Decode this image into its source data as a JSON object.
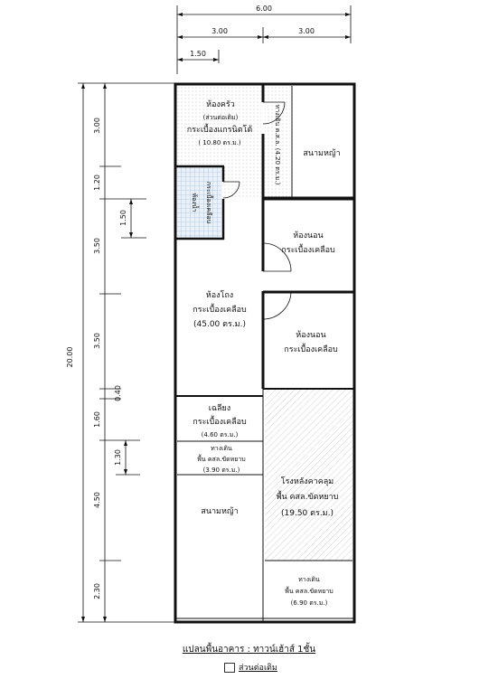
{
  "dimensions": {
    "top_total": "6.00",
    "top_left": "3.00",
    "top_right": "3.00",
    "top_small": "1.50",
    "left_total": "20.00",
    "left_segments": [
      "3.00",
      "1.20",
      "3.50",
      "3.50",
      "0.40",
      "1.60",
      "4.50",
      "2.30"
    ],
    "inner_left": [
      "1.50",
      "1.30"
    ]
  },
  "rooms": {
    "kitchen": {
      "name": "ห้องครัว",
      "note": "(ส่วนต่อเติม)",
      "floor": "กระเบื้องแกรนิตโต้",
      "area": "( 10.80 ตร.ม.)"
    },
    "walkway_vertical": {
      "label": "ทางเดิน ค.ส.ล. (4.20 ตร.ม.)"
    },
    "lawn_top": {
      "name": "สนามหญ้า"
    },
    "bath": {
      "name": "ห้องน้ำ",
      "floor": "กระเบื้องเคลือบ"
    },
    "bedroom1": {
      "name": "ห้องนอน",
      "floor": "กระเบื้องเคลือบ"
    },
    "living": {
      "name": "ห้องโถง",
      "floor": "กระเบื้องเคลือบ",
      "area": "(45.00 ตร.ม.)"
    },
    "bedroom2": {
      "name": "ห้องนอน",
      "floor": "กระเบื้องเคลือบ"
    },
    "porch": {
      "name": "เฉลียง",
      "floor": "กระเบื้องเคลือบ",
      "area": "(4.60 ตร.ม.)"
    },
    "walkway_front": {
      "name": "ทางเดิน",
      "floor": "พื้น คสล.ขัดหยาบ",
      "area": "(3.90 ตร.ม.)"
    },
    "carport": {
      "name": "โรงหลังคาคลุม",
      "floor": "พื้น คสล.ขัดหยาบ",
      "area": "(19.50 ตร.ม.)"
    },
    "lawn_front": {
      "name": "สนามหญ้า"
    },
    "walkway_side": {
      "name": "ทางเดิน",
      "floor": "พื้น คสล.ขัดหยาบ",
      "area": "(6.90 ตร.ม.)"
    }
  },
  "caption": "แปลนพื้นอาคาร : ทาวน์เฮ้าส์ 1ชั้น",
  "legend": {
    "label": "ส่วนต่อเติม"
  },
  "colors": {
    "line": "#111111",
    "hatch": "#9aa9b8",
    "tile": "#9fb6d2"
  }
}
